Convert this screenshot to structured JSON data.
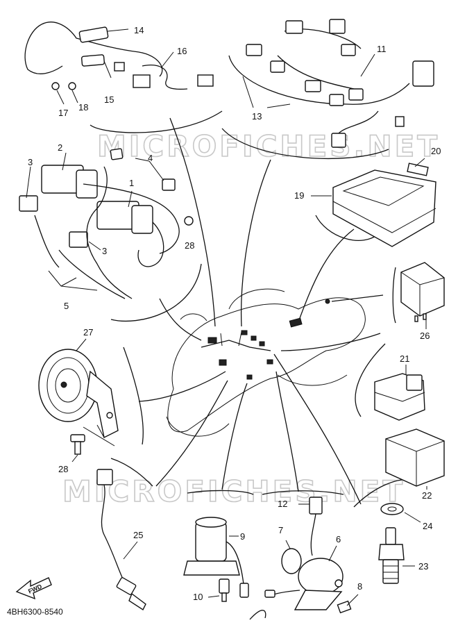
{
  "watermark": "MICROFICHES.NET",
  "diagram_code": "4BH6300-8540",
  "fwd_label": "FWD",
  "callouts": {
    "n1": "1",
    "n2": "2",
    "n3a": "3",
    "n3b": "3",
    "n4": "4",
    "n5": "5",
    "n6": "6",
    "n7": "7",
    "n8": "8",
    "n9": "9",
    "n10": "10",
    "n11": "11",
    "n12": "12",
    "n13": "13",
    "n14": "14",
    "n15": "15",
    "n16": "16",
    "n17": "17",
    "n18": "18",
    "n19": "19",
    "n20": "20",
    "n21": "21",
    "n22": "22",
    "n23": "23",
    "n24": "24",
    "n25": "25",
    "n26": "26",
    "n27": "27",
    "n28a": "28",
    "n28b": "28"
  }
}
